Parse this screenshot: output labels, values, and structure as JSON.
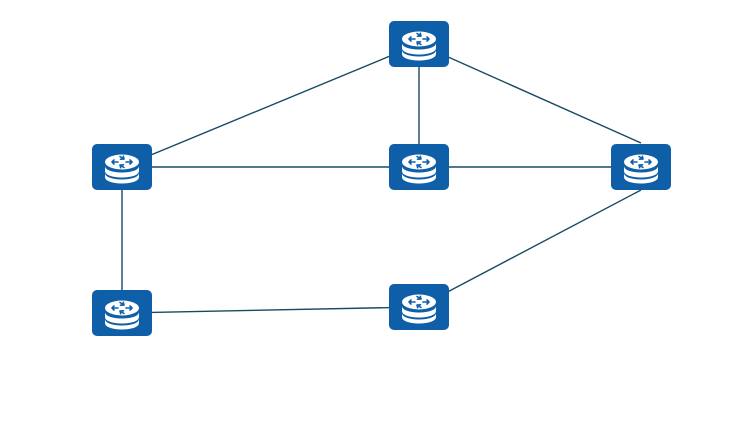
{
  "diagram": {
    "type": "network-topology",
    "colors": {
      "node_fill": "#0f5fa8",
      "icon_fill": "#ffffff",
      "link_stroke": "#1a4a63",
      "background": "#ffffff"
    },
    "node_icon": "router-icon",
    "nodes": [
      {
        "id": "router-top"
      },
      {
        "id": "router-left"
      },
      {
        "id": "router-center"
      },
      {
        "id": "router-right"
      },
      {
        "id": "router-bottom-left"
      },
      {
        "id": "router-bottom-center"
      }
    ],
    "links": [
      {
        "from": "router-top",
        "to": "router-left"
      },
      {
        "from": "router-top",
        "to": "router-center"
      },
      {
        "from": "router-top",
        "to": "router-right"
      },
      {
        "from": "router-left",
        "to": "router-center"
      },
      {
        "from": "router-center",
        "to": "router-right"
      },
      {
        "from": "router-left",
        "to": "router-bottom-left"
      },
      {
        "from": "router-bottom-left",
        "to": "router-bottom-center"
      },
      {
        "from": "router-bottom-center",
        "to": "router-right"
      }
    ]
  }
}
